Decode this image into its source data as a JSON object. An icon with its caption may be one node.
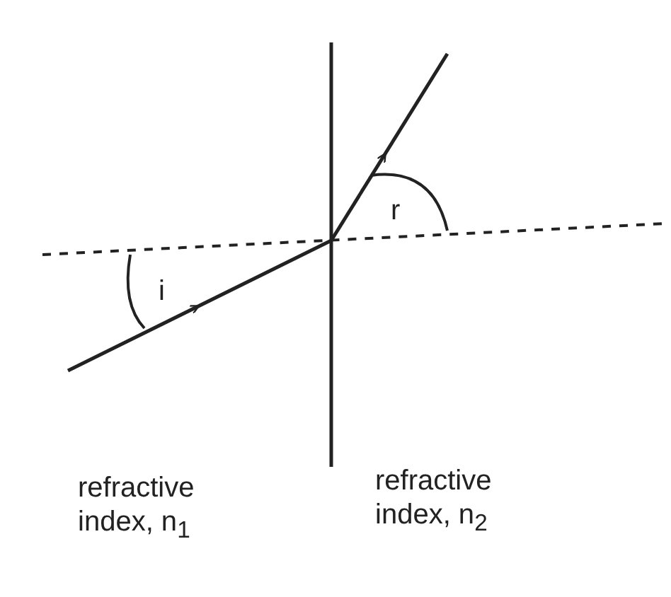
{
  "diagram": {
    "labels": [
      "i",
      "r",
      "refractive index, n$_{1}$",
      "refractive index, n$_{2}$"
    ]
  }
}
